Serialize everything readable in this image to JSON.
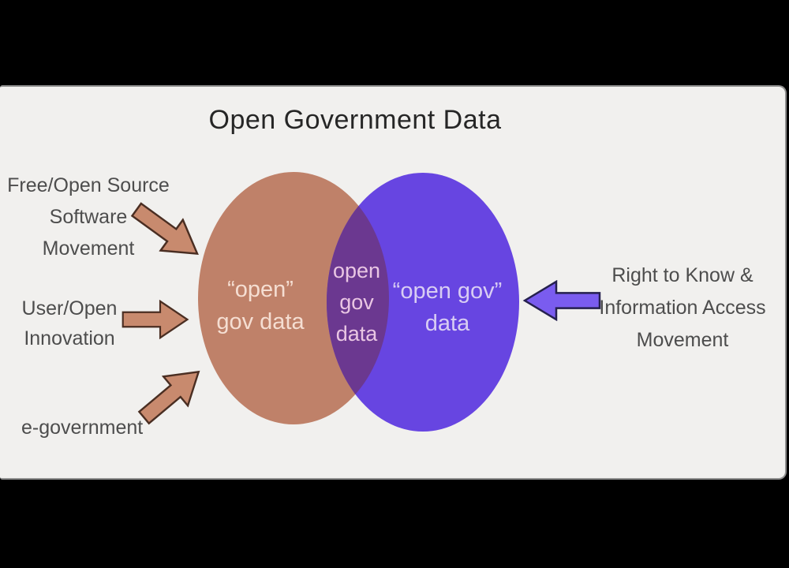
{
  "slide": {
    "title": "Open Government Data",
    "background_color": "#f1f0ee",
    "letterbox_color": "#000000"
  },
  "venn": {
    "left_ellipse": {
      "label": "“open”\ngov data",
      "color": "#bf8169",
      "text_color": "#f5ded2"
    },
    "overlap": {
      "label": "open\ngov\ndata",
      "color": "#6b3890",
      "text_color": "#e9c6e3"
    },
    "right_ellipse": {
      "label": "“open gov”\ndata",
      "color": "#6745e1",
      "text_color": "#d8cdf3"
    }
  },
  "annotations": {
    "foss": {
      "label": "Free/Open Source\nSoftware\nMovement",
      "arrow_color": "#c88a6e"
    },
    "user_innovation": {
      "label": "User/Open\nInnovation",
      "arrow_color": "#c88a6e"
    },
    "egov": {
      "label": "e-government",
      "arrow_color": "#c88a6e"
    },
    "right_to_know": {
      "label": "Right to Know &\nInformation Access\nMovement",
      "arrow_color": "#7a5cef"
    }
  }
}
